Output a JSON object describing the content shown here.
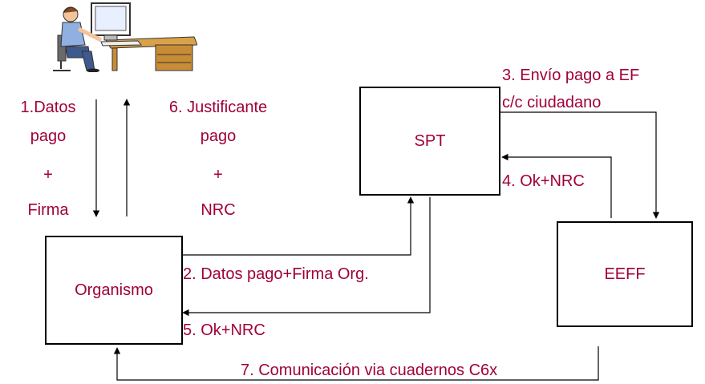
{
  "nodes": {
    "organismo": "Organismo",
    "spt": "SPT",
    "eeff": "EEFF"
  },
  "labels": {
    "datos_pago_1": "1.Datos",
    "datos_pago_2": "pago",
    "datos_plus": "+",
    "firma": "Firma",
    "justificante_1": "6. Justificante",
    "justificante_2": "pago",
    "justificante_plus": "+",
    "nrc": "NRC",
    "datos_pago_firma_org": "2. Datos pago+Firma Org.",
    "ok_nrc_5": "5. Ok+NRC",
    "envio_1": "3. Envío pago a EF",
    "envio_2": "c/c ciudadano",
    "ok_nrc_4": "4. Ok+NRC",
    "comunicacion": "7. Comunicación via cuadernos C6x"
  },
  "colors": {
    "text": "#a0003a",
    "lines": "#000000"
  },
  "icons": [
    "user-at-computer-icon"
  ]
}
